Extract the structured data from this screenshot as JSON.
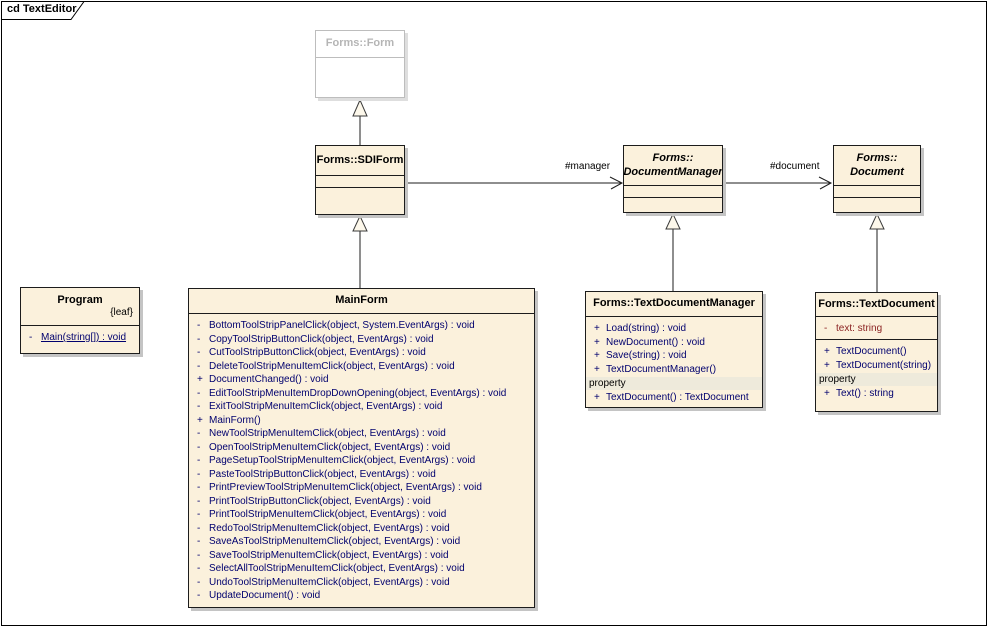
{
  "frame": {
    "label": "cd TextEditor"
  },
  "colors": {
    "class-fill": "#FBF1DC",
    "shadow": "#C4C4C4",
    "op-color": "#00006E",
    "attr-color": "#8B2222",
    "header-bg": "#EEEADB"
  },
  "connectors": {
    "manager_label": "#manager",
    "document_label": "#document"
  },
  "classes": {
    "form": {
      "title": "Forms::Form",
      "attributes": [],
      "operations": []
    },
    "sdiform": {
      "title": "Forms::SDIForm",
      "attributes": [],
      "operations": []
    },
    "documentmanager": {
      "title": "Forms::\nDocumentManager",
      "attributes": [],
      "operations": []
    },
    "document": {
      "title": "Forms::\nDocument",
      "attributes": [],
      "operations": []
    },
    "program": {
      "title": "Program",
      "tag": "{leaf}",
      "operations": [
        {
          "vis": "-",
          "text": "Main(string[]) : void",
          "cls": "static"
        }
      ]
    },
    "mainform": {
      "title": "MainForm",
      "operations": [
        {
          "vis": "-",
          "text": "BottomToolStripPanelClick(object, System.EventArgs) : void"
        },
        {
          "vis": "-",
          "text": "CopyToolStripButtonClick(object, EventArgs) : void"
        },
        {
          "vis": "-",
          "text": "CutToolStripButtonClick(object, EventArgs) : void"
        },
        {
          "vis": "-",
          "text": "DeleteToolStripMenuItemClick(object, EventArgs) : void"
        },
        {
          "vis": "+",
          "text": "DocumentChanged() : void"
        },
        {
          "vis": "-",
          "text": "EditToolStripMenuItemDropDownOpening(object, EventArgs) : void"
        },
        {
          "vis": "-",
          "text": "ExitToolStripMenuItemClick(object, EventArgs) : void"
        },
        {
          "vis": "+",
          "text": "MainForm()"
        },
        {
          "vis": "-",
          "text": "NewToolStripMenuItemClick(object, EventArgs) : void"
        },
        {
          "vis": "-",
          "text": "OpenToolStripMenuItemClick(object, EventArgs) : void"
        },
        {
          "vis": "-",
          "text": "PageSetupToolStripMenuItemClick(object, EventArgs) : void"
        },
        {
          "vis": "-",
          "text": "PasteToolStripButtonClick(object, EventArgs) : void"
        },
        {
          "vis": "-",
          "text": "PrintPreviewToolStripMenuItemClick(object, EventArgs) : void"
        },
        {
          "vis": "-",
          "text": "PrintToolStripButtonClick(object, EventArgs) : void"
        },
        {
          "vis": "-",
          "text": "PrintToolStripMenuItemClick(object, EventArgs) : void"
        },
        {
          "vis": "-",
          "text": "RedoToolStripMenuItemClick(object, EventArgs) : void"
        },
        {
          "vis": "-",
          "text": "SaveAsToolStripMenuItemClick(object, EventArgs) : void"
        },
        {
          "vis": "-",
          "text": "SaveToolStripMenuItemClick(object, EventArgs) : void"
        },
        {
          "vis": "-",
          "text": "SelectAllToolStripMenuItemClick(object, EventArgs) : void"
        },
        {
          "vis": "-",
          "text": "UndoToolStripMenuItemClick(object, EventArgs) : void"
        },
        {
          "vis": "-",
          "text": "UpdateDocument() : void"
        }
      ]
    },
    "textdocumentmanager": {
      "title": "Forms::TextDocumentManager",
      "operations": [
        {
          "vis": "+",
          "text": "Load(string) : void"
        },
        {
          "vis": "+",
          "text": "NewDocument() : void"
        },
        {
          "vis": "+",
          "text": "Save(string) : void"
        },
        {
          "vis": "+",
          "text": "TextDocumentManager()"
        },
        {
          "kind": "header",
          "text": "property"
        },
        {
          "vis": "+",
          "text": "TextDocument() : TextDocument"
        }
      ]
    },
    "textdocument": {
      "title": "Forms::TextDocument",
      "attributes": [
        {
          "vis": "-",
          "text": "text:  string",
          "cls": "attr-red"
        }
      ],
      "operations": [
        {
          "vis": "+",
          "text": "TextDocument()"
        },
        {
          "vis": "+",
          "text": "TextDocument(string)"
        },
        {
          "kind": "header",
          "text": "property"
        },
        {
          "vis": "+",
          "text": "Text() : string"
        }
      ]
    }
  }
}
